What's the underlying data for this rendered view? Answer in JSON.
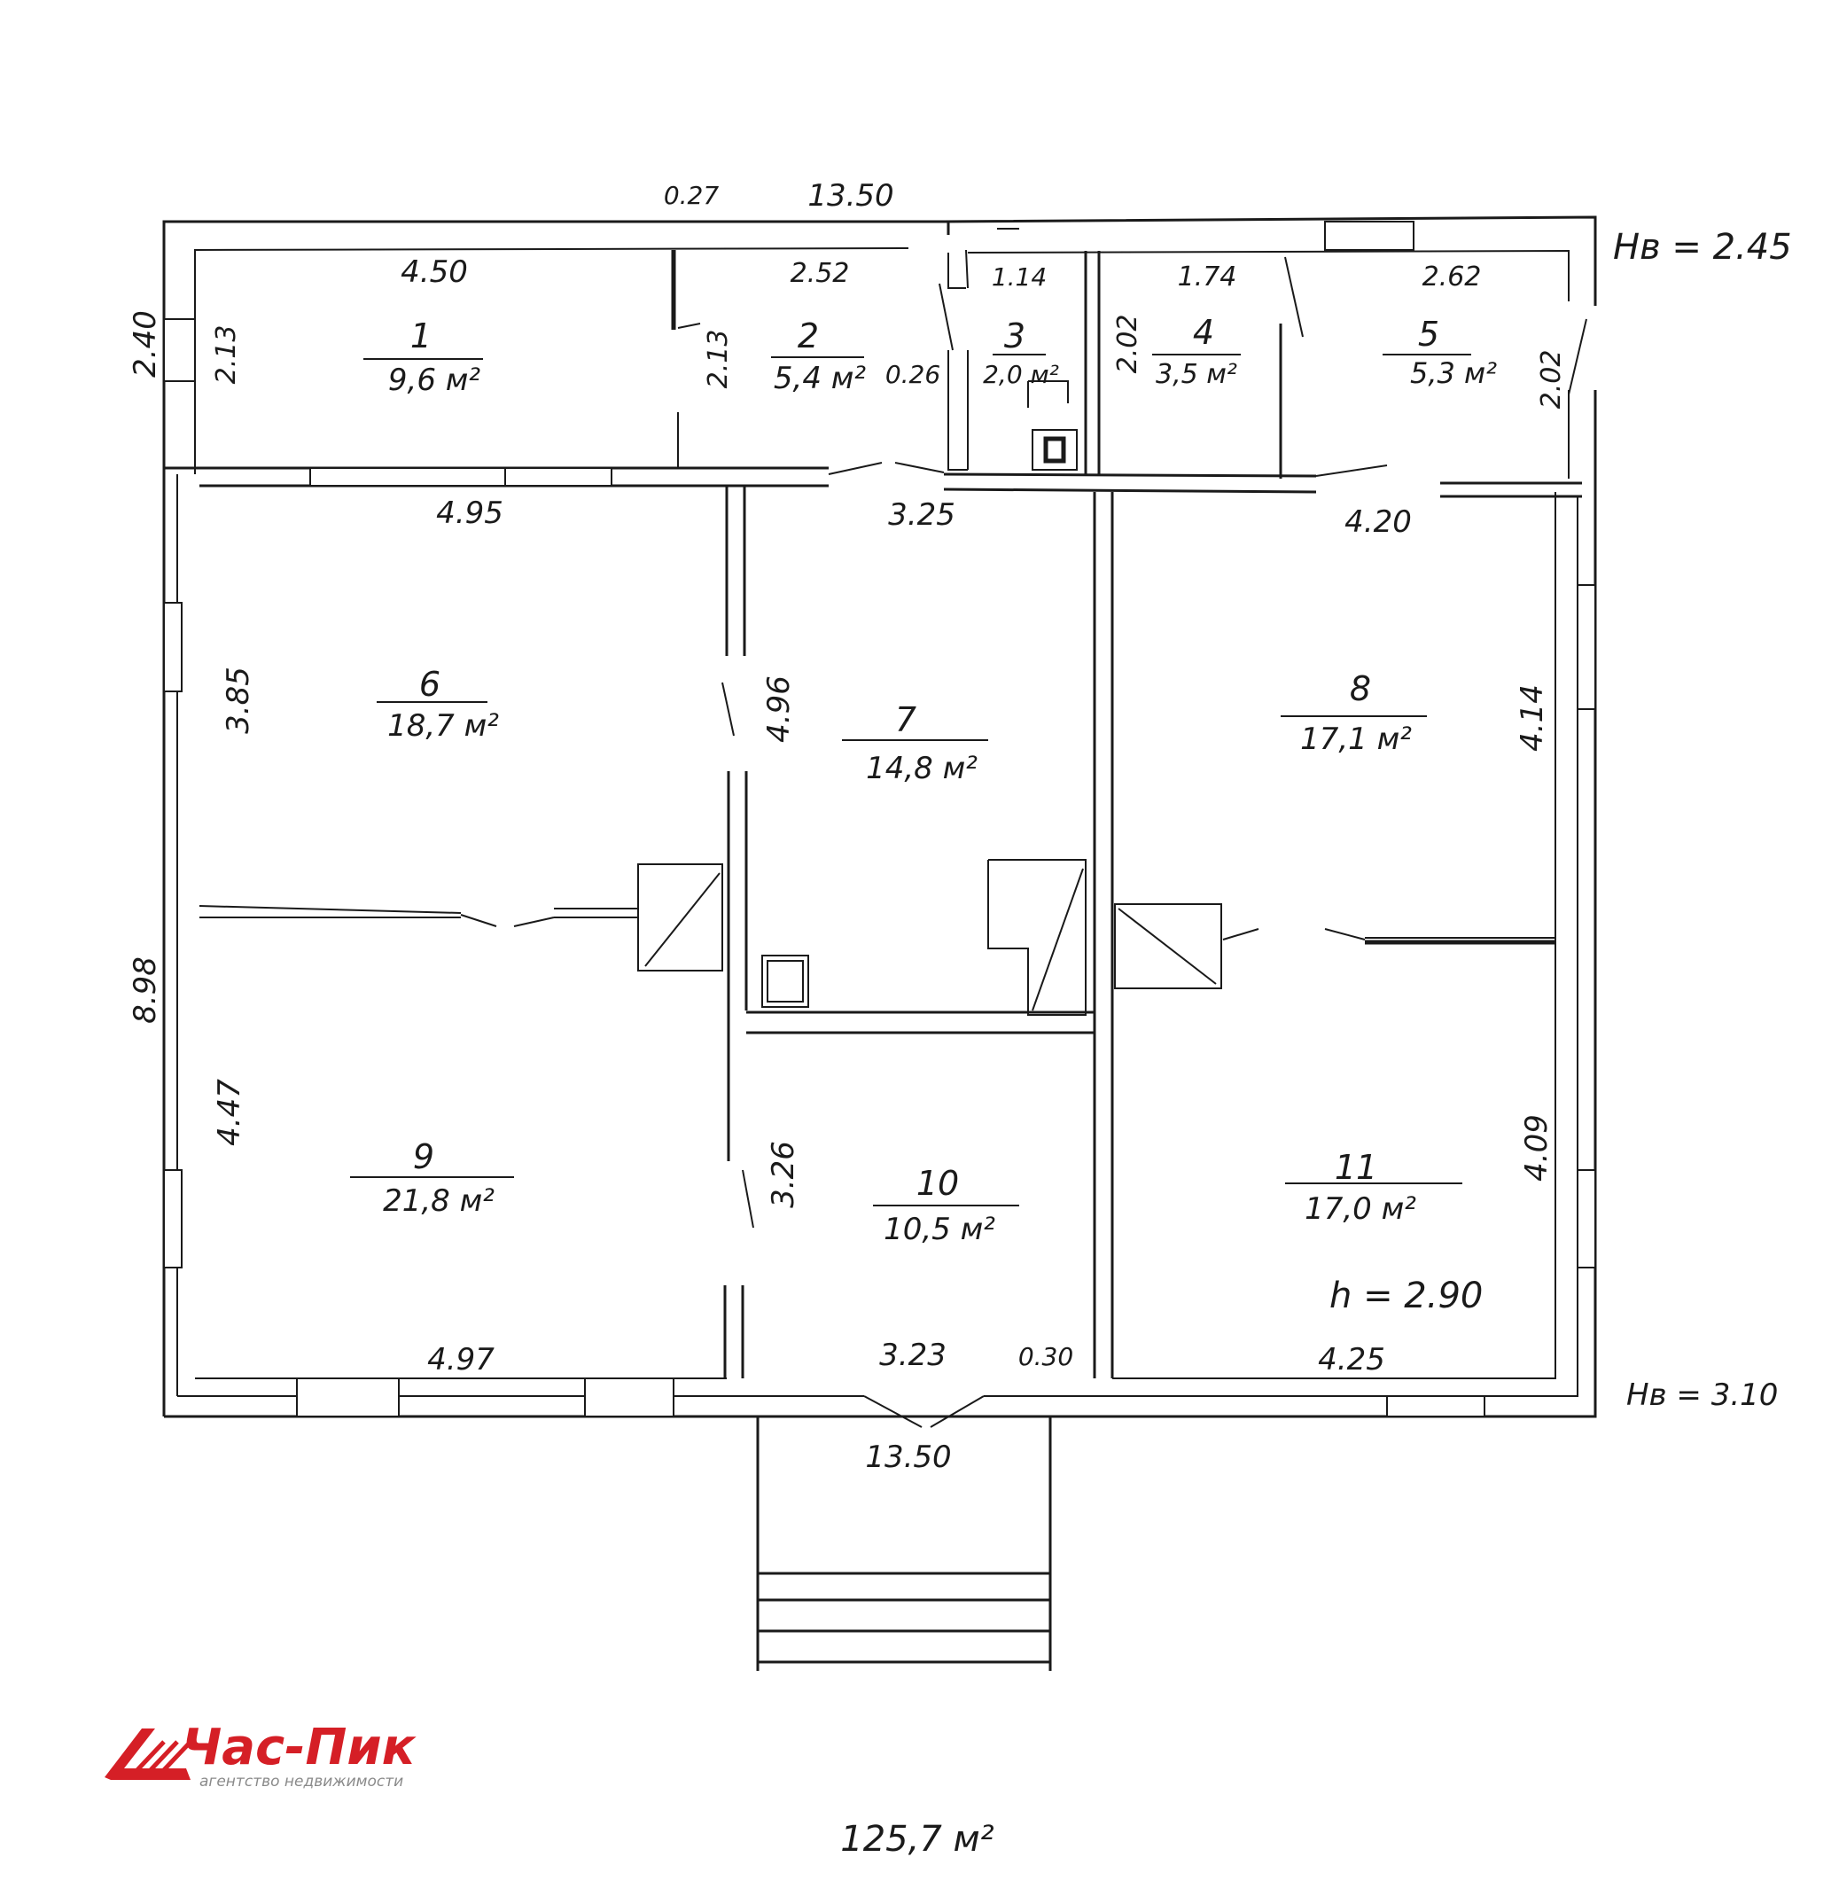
{
  "plan": {
    "overall_width_top": "13.50",
    "overall_width_bottom": "13.50",
    "top_offset": "0.27",
    "left_height_top": "2.40",
    "left_height_main": "8.98",
    "height_h_top": "Нв = 2.45",
    "height_h_bottom": "Нв = 3.10",
    "ceiling_height": "h = 2.90",
    "total_area": "125,7 м²"
  },
  "rooms": [
    {
      "num": "1",
      "area": "9,6 м²"
    },
    {
      "num": "2",
      "area": "5,4 м²"
    },
    {
      "num": "3",
      "area": "2,0 м²"
    },
    {
      "num": "4",
      "area": "3,5 м²"
    },
    {
      "num": "5",
      "area": "5,3 м²"
    },
    {
      "num": "6",
      "area": "18,7 м²"
    },
    {
      "num": "7",
      "area": "14,8 м²"
    },
    {
      "num": "8",
      "area": "17,1 м²"
    },
    {
      "num": "9",
      "area": "21,8 м²"
    },
    {
      "num": "10",
      "area": "10,5 м²"
    },
    {
      "num": "11",
      "area": "17,0 м²"
    }
  ],
  "dimensions": {
    "r1_width": "4.50",
    "r1_height": "2.13",
    "r2_width": "2.52",
    "r2_height": "2.13",
    "r2_wall": "0.26",
    "r3_width": "1.14",
    "r4_width": "1.74",
    "r4_height": "2.02",
    "r5_width": "2.62",
    "r5_height": "2.02",
    "r6_width": "4.95",
    "r6_height": "3.85",
    "r7_width": "3.25",
    "r7_height": "4.96",
    "r8_width": "4.20",
    "r8_height": "4.14",
    "r9_width": "4.97",
    "r9_height": "4.47",
    "r10_width": "3.23",
    "r10_height": "3.26",
    "r10_wall": "0.30",
    "r11_width": "4.25",
    "r11_height": "4.09"
  },
  "logo": {
    "name": "Час-Пик",
    "tagline": "агентство недвижимости",
    "color": "#d51f26"
  }
}
